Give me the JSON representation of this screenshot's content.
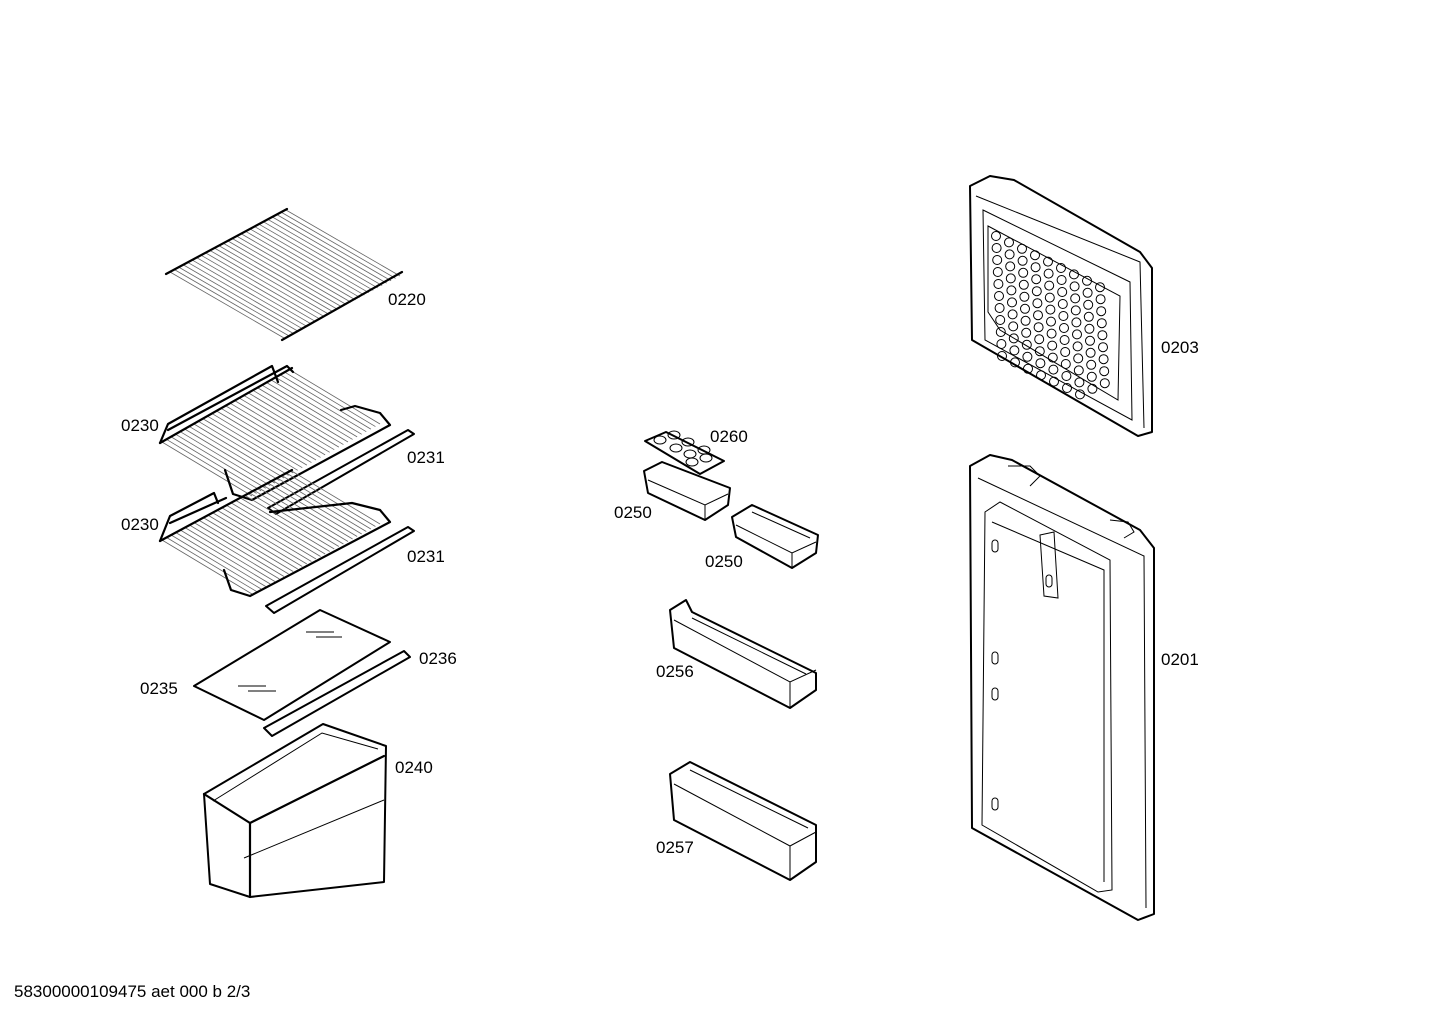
{
  "labels": {
    "p0220": "0220",
    "p0230a": "0230",
    "p0231a": "0231",
    "p0230b": "0230",
    "p0231b": "0231",
    "p0235": "0235",
    "p0236": "0236",
    "p0240": "0240",
    "p0260": "0260",
    "p0250a": "0250",
    "p0250b": "0250",
    "p0256": "0256",
    "p0257": "0257",
    "p0203": "0203",
    "p0201": "0201"
  },
  "footer": "58300000109475 aet 000 b 2/3",
  "colors": {
    "line": "#000000",
    "background": "#ffffff"
  }
}
